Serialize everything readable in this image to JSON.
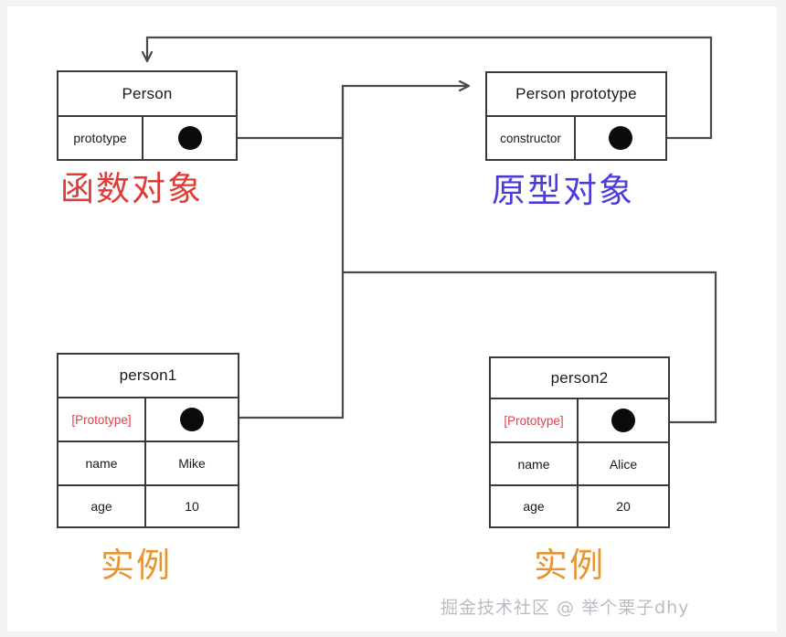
{
  "diagram": {
    "title_semantics": "JavaScript prototype chain diagram",
    "colors": {
      "function_label": "#e23b36",
      "prototype_label": "#4b3bdd",
      "instance_label": "#e8942f",
      "proto_key": "#e0404a",
      "line": "#4a4a4a",
      "box_border": "#3a3a3a",
      "watermark": "#b9bcc2",
      "background": "#ffffff"
    },
    "boxes": {
      "person": {
        "header": "Person",
        "rows": [
          {
            "key": "prototype",
            "value": "",
            "has_dot": true
          }
        ]
      },
      "person_prototype": {
        "header": "Person prototype",
        "rows": [
          {
            "key": "constructor",
            "value": "",
            "has_dot": true
          }
        ]
      },
      "person1": {
        "header": "person1",
        "rows": [
          {
            "key": "[Prototype]",
            "value": "",
            "has_dot": true
          },
          {
            "key": "name",
            "value": "Mike",
            "has_dot": false
          },
          {
            "key": "age",
            "value": "10",
            "has_dot": false
          }
        ]
      },
      "person2": {
        "header": "person2",
        "rows": [
          {
            "key": "[Prototype]",
            "value": "",
            "has_dot": true
          },
          {
            "key": "name",
            "value": "Alice",
            "has_dot": false
          },
          {
            "key": "age",
            "value": "20",
            "has_dot": false
          }
        ]
      }
    },
    "captions": {
      "function_object": "函数对象",
      "prototype_object": "原型对象",
      "instance_left": "实例",
      "instance_right": "实例"
    },
    "watermark": "掘金技术社区 @ 举个栗子dhy"
  }
}
